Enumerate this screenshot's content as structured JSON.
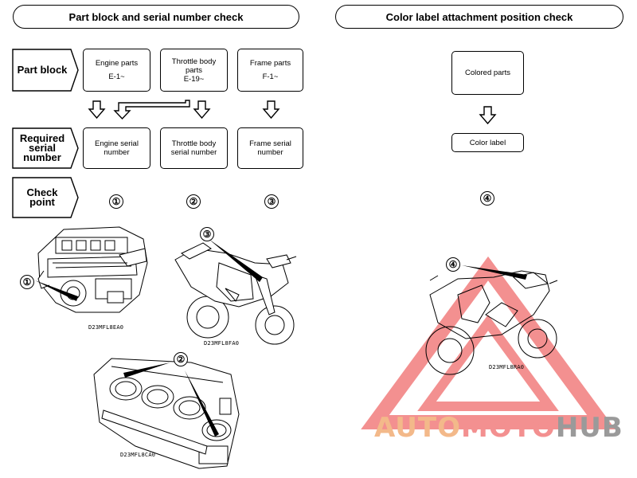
{
  "headers": {
    "left": "Part block and serial number check",
    "right": "Color label attachment position check"
  },
  "row_labels": {
    "part_block": "Part block",
    "required_line1": "Required",
    "required_line2": "serial",
    "required_line3": "number",
    "check_line1": "Check",
    "check_line2": "point"
  },
  "part_blocks": [
    {
      "name": "Engine parts",
      "code": "E-1~"
    },
    {
      "name_line1": "Throttle body",
      "name_line2": "parts",
      "code": "E-19~"
    },
    {
      "name": "Frame parts",
      "code": "F-1~"
    }
  ],
  "serials": [
    {
      "line1": "Engine serial",
      "line2": "number"
    },
    {
      "line1": "Throttle body",
      "line2": "serial number"
    },
    {
      "line1": "Frame serial",
      "line2": "number"
    }
  ],
  "check_points": [
    "①",
    "②",
    "③",
    "④"
  ],
  "color_section": {
    "colored_parts": "Colored parts",
    "color_label": "Color label"
  },
  "figure_codes": {
    "engine": "D23MFL8EA0",
    "frame": "D23MFL8FA0",
    "throttle": "D23MFL8CA0",
    "color": "D23MFL8RA0"
  },
  "callouts": {
    "engine": "①",
    "throttle": "②",
    "frame": "③",
    "color": "④"
  },
  "watermark": {
    "part1": "AUTO",
    "part2": "MOTO",
    "part3": "HUB"
  },
  "colors": {
    "watermark_orange": "#f3b98a",
    "watermark_red": "#f39090",
    "watermark_gray": "#9a9a9a"
  }
}
